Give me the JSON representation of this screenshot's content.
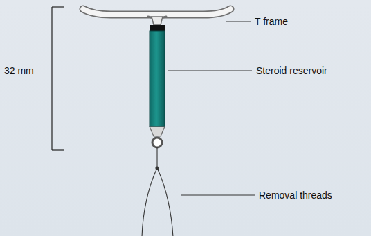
{
  "diagram": {
    "labels": [
      "32 mm",
      "T frame",
      "Steroid reservoir",
      "Removal threads"
    ]
  }
}
